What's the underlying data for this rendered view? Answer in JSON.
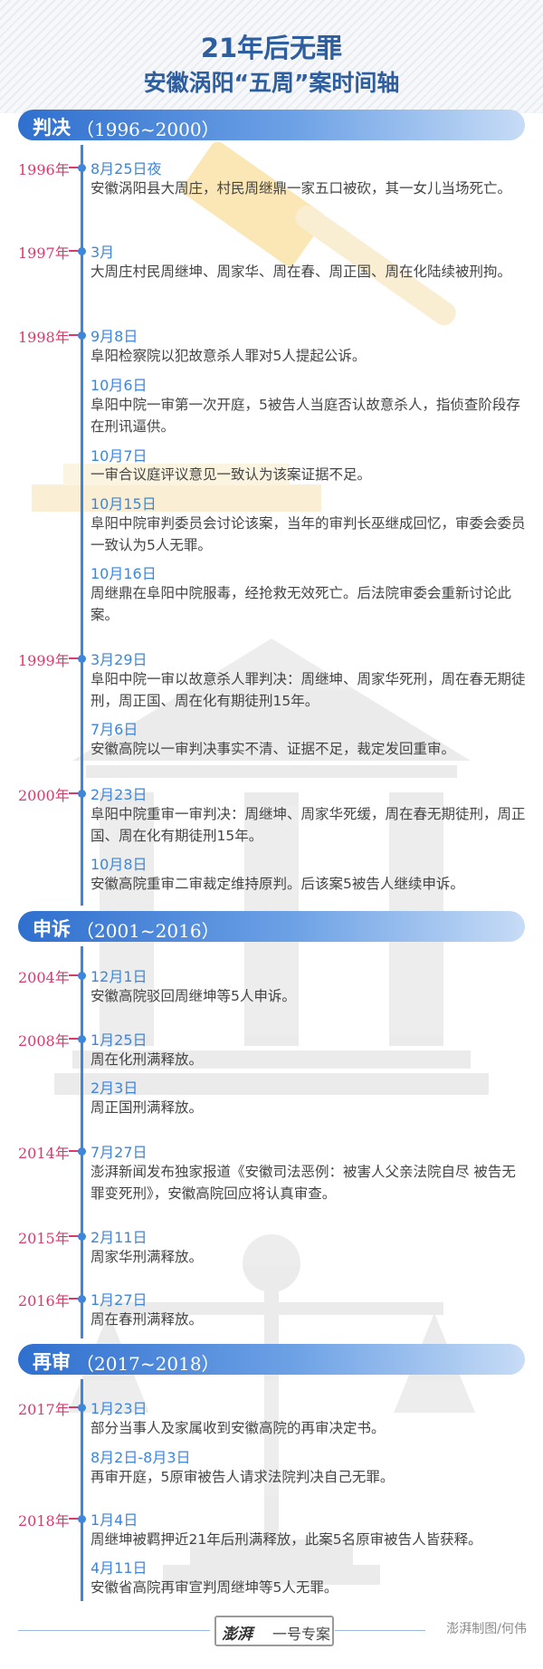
{
  "header": {
    "title_line1": "21年后无罪",
    "title_line2": "安徽涡阳“五周”案时间轴"
  },
  "sections": [
    {
      "title": "判决",
      "range": "（1996~2000）"
    },
    {
      "title": "申诉",
      "range": "（2001~2016）"
    },
    {
      "title": "再审",
      "range": "（2017~2018）"
    }
  ],
  "years": [
    "1996年",
    "1997年",
    "1998年",
    "1999年",
    "2000年",
    "2004年",
    "2008年",
    "2014年",
    "2015年",
    "2016年",
    "2017年",
    "2018年"
  ],
  "events": [
    {
      "date": "8月25日夜",
      "text": "安徽涡阳县大周庄，村民周继鼎一家五口被砍，其一女儿当场死亡。"
    },
    {
      "date": "3月",
      "text": "大周庄村民周继坤、周家华、周在春、周正国、周在化陆续被刑拘。"
    },
    {
      "date": "9月8日",
      "text": "阜阳检察院以犯故意杀人罪对5人提起公诉。"
    },
    {
      "date": "10月6日",
      "text": "阜阳中院一审第一次开庭，5被告人当庭否认故意杀人，指侦查阶段存在刑讯逼供。"
    },
    {
      "date": "10月7日",
      "text": "一审合议庭评议意见一致认为该案证据不足。"
    },
    {
      "date": "10月15日",
      "text": "阜阳中院审判委员会讨论该案，当年的审判长巫继成回忆，审委会委员一致认为5人无罪。"
    },
    {
      "date": "10月16日",
      "text": "周继鼎在阜阳中院服毒，经抢救无效死亡。后法院审委会重新讨论此案。"
    },
    {
      "date": "3月29日",
      "text": "阜阳中院一审以故意杀人罪判决：周继坤、周家华死刑，周在春无期徒刑，周正国、周在化有期徒刑15年。"
    },
    {
      "date": "7月6日",
      "text": "安徽高院以一审判决事实不清、证据不足，裁定发回重审。"
    },
    {
      "date": "2月23日",
      "text": "阜阳中院重审一审判决：周继坤、周家华死缓，周在春无期徒刑，周正国、周在化有期徒刑15年。"
    },
    {
      "date": "10月8日",
      "text": "安徽高院重审二审裁定维持原判。后该案5被告人继续申诉。"
    },
    {
      "date": "12月1日",
      "text": "安徽高院驳回周继坤等5人申诉。"
    },
    {
      "date": "1月25日",
      "text": "周在化刑满释放。"
    },
    {
      "date": "2月3日",
      "text": "周正国刑满释放。"
    },
    {
      "date": "7月27日",
      "text": "澎湃新闻发布独家报道《安徽司法恶例：被害人父亲法院自尽 被告无罪变死刑》，安徽高院回应将认真审查。"
    },
    {
      "date": "2月11日",
      "text": "周家华刑满释放。"
    },
    {
      "date": "1月27日",
      "text": "周在春刑满释放。"
    },
    {
      "date": "1月23日",
      "text": "部分当事人及家属收到安徽高院的再审决定书。"
    },
    {
      "date": "8月2日-8月3日",
      "text": "再审开庭，5原审被告人请求法院判决自己无罪。"
    },
    {
      "date": "1月4日",
      "text": "周继坤被羁押近21年后刑满释放，此案5名原审被告人皆获释。"
    },
    {
      "date": "4月11日",
      "text": "安徽省高院再审宣判周继坤等5人无罪。"
    }
  ],
  "footer": {
    "logo_mark": "澎湃",
    "logo_text": "一号专案",
    "credit": "澎湃制图/何伟"
  },
  "colors": {
    "title": "#2f5e9e",
    "timeline": "#3d86d9",
    "year": "#d63b6c",
    "band_start": "#2f6fce",
    "band_end": "#c7dcf6"
  }
}
